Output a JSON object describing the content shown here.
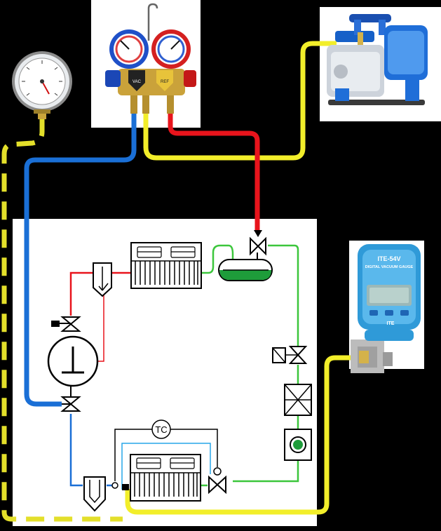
{
  "manifold": {
    "left_knob_label": "VAC",
    "right_knob_label": "REF"
  },
  "vacuum_gauge": {
    "model": "ITE-54V",
    "subtitle": "DIGITAL VACUUM GAUGE",
    "brand": "ITE"
  },
  "diagram": {
    "expansion_valve_label": "TC"
  },
  "colors": {
    "low_side_hose": "#1a6fd6",
    "high_side_hose": "#e8141c",
    "vacuum_hose": "#f2ee2a",
    "dashed_line": "#e3df2a",
    "liquid_line": "#3cc63c",
    "suction_line": "#1a6fd6",
    "discharge_line": "#e8141c",
    "background": "#000000",
    "panel": "#ffffff"
  },
  "icons": [
    "pressure-gauge-icon",
    "manifold-gauge-icon",
    "vacuum-pump-icon",
    "digital-vacuum-gauge-icon",
    "compressor-icon",
    "condenser-icon",
    "receiver-icon",
    "evaporator-icon",
    "solenoid-valve-icon",
    "filter-drier-icon",
    "sight-glass-icon",
    "expansion-valve-icon",
    "accumulator-icon",
    "oil-separator-icon",
    "service-valve-icon"
  ]
}
